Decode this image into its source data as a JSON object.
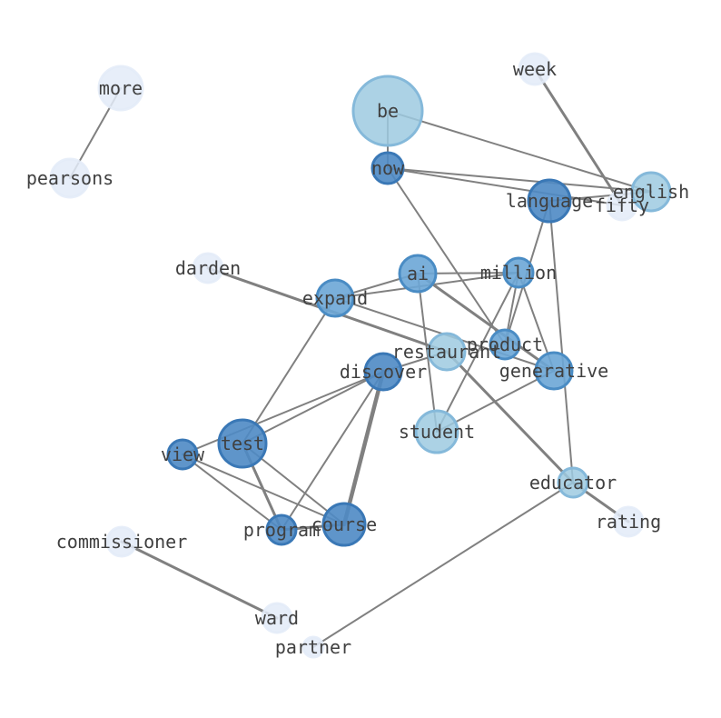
{
  "colors": {
    "background": "#ffffff",
    "edge": "#808080",
    "label": "#404040",
    "tier_pale": "#e3ebf8",
    "tier_light": "#9ecae1",
    "tier_mid": "#6ba6d6",
    "tier_dark": "#4e8ac4"
  },
  "nodes": [
    {
      "id": "more",
      "label": "more",
      "tier": "pale"
    },
    {
      "id": "pearsons",
      "label": "pearsons",
      "tier": "pale"
    },
    {
      "id": "week",
      "label": "week",
      "tier": "pale"
    },
    {
      "id": "be",
      "label": "be",
      "tier": "light"
    },
    {
      "id": "now",
      "label": "now",
      "tier": "dark"
    },
    {
      "id": "language",
      "label": "language",
      "tier": "dark"
    },
    {
      "id": "fifty",
      "label": "fifty",
      "tier": "pale"
    },
    {
      "id": "english",
      "label": "english",
      "tier": "light"
    },
    {
      "id": "darden",
      "label": "darden",
      "tier": "pale"
    },
    {
      "id": "ai",
      "label": "ai",
      "tier": "mid"
    },
    {
      "id": "million",
      "label": "million",
      "tier": "mid"
    },
    {
      "id": "expand",
      "label": "expand",
      "tier": "mid"
    },
    {
      "id": "product",
      "label": "product",
      "tier": "mid"
    },
    {
      "id": "restaurant",
      "label": "restaurant",
      "tier": "light"
    },
    {
      "id": "discover",
      "label": "discover",
      "tier": "dark"
    },
    {
      "id": "generative",
      "label": "generative",
      "tier": "mid"
    },
    {
      "id": "student",
      "label": "student",
      "tier": "light"
    },
    {
      "id": "test",
      "label": "test",
      "tier": "dark"
    },
    {
      "id": "view",
      "label": "view",
      "tier": "dark"
    },
    {
      "id": "educator",
      "label": "educator",
      "tier": "light"
    },
    {
      "id": "rating",
      "label": "rating",
      "tier": "pale"
    },
    {
      "id": "commissioner",
      "label": "commissioner",
      "tier": "pale"
    },
    {
      "id": "program",
      "label": "program",
      "tier": "dark"
    },
    {
      "id": "course",
      "label": "course",
      "tier": "dark"
    },
    {
      "id": "ward",
      "label": "ward",
      "tier": "pale"
    },
    {
      "id": "partner",
      "label": "partner",
      "tier": "pale"
    }
  ],
  "edges": [
    {
      "source": "more",
      "target": "pearsons",
      "weight": 1
    },
    {
      "source": "week",
      "target": "fifty",
      "weight": 2
    },
    {
      "source": "be",
      "target": "now",
      "weight": 1
    },
    {
      "source": "be",
      "target": "english",
      "weight": 1
    },
    {
      "source": "now",
      "target": "english",
      "weight": 1
    },
    {
      "source": "now",
      "target": "fifty",
      "weight": 1
    },
    {
      "source": "now",
      "target": "product",
      "weight": 1
    },
    {
      "source": "language",
      "target": "english",
      "weight": 1
    },
    {
      "source": "language",
      "target": "product",
      "weight": 1
    },
    {
      "source": "language",
      "target": "educator",
      "weight": 1
    },
    {
      "source": "darden",
      "target": "restaurant",
      "weight": 2
    },
    {
      "source": "restaurant",
      "target": "educator",
      "weight": 2
    },
    {
      "source": "educator",
      "target": "rating",
      "weight": 2
    },
    {
      "source": "ai",
      "target": "million",
      "weight": 1
    },
    {
      "source": "ai",
      "target": "expand",
      "weight": 1
    },
    {
      "source": "ai",
      "target": "student",
      "weight": 1
    },
    {
      "source": "ai",
      "target": "generative",
      "weight": 2
    },
    {
      "source": "million",
      "target": "expand",
      "weight": 1
    },
    {
      "source": "million",
      "target": "product",
      "weight": 1
    },
    {
      "source": "million",
      "target": "student",
      "weight": 1
    },
    {
      "source": "million",
      "target": "generative",
      "weight": 1
    },
    {
      "source": "expand",
      "target": "generative",
      "weight": 1
    },
    {
      "source": "expand",
      "target": "test",
      "weight": 1
    },
    {
      "source": "student",
      "target": "generative",
      "weight": 1
    },
    {
      "source": "restaurant",
      "target": "discover",
      "weight": 1
    },
    {
      "source": "discover",
      "target": "view",
      "weight": 1
    },
    {
      "source": "discover",
      "target": "test",
      "weight": 1
    },
    {
      "source": "discover",
      "target": "program",
      "weight": 1
    },
    {
      "source": "discover",
      "target": "course",
      "weight": 3
    },
    {
      "source": "test",
      "target": "program",
      "weight": 2
    },
    {
      "source": "test",
      "target": "course",
      "weight": 1
    },
    {
      "source": "view",
      "target": "program",
      "weight": 1
    },
    {
      "source": "view",
      "target": "course",
      "weight": 1
    },
    {
      "source": "program",
      "target": "course",
      "weight": 2
    },
    {
      "source": "commissioner",
      "target": "ward",
      "weight": 2
    },
    {
      "source": "educator",
      "target": "partner",
      "weight": 1
    }
  ]
}
